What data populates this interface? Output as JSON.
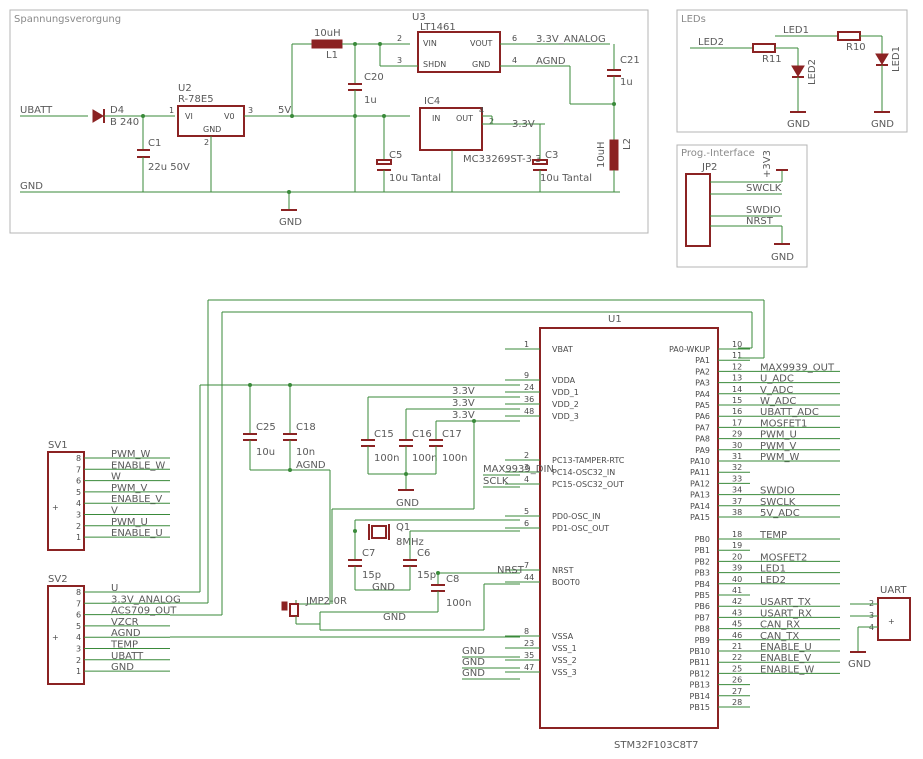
{
  "sections": {
    "power": "Spannungsverorgung",
    "leds": "LEDs",
    "prog": "Prog.-Interface"
  },
  "power_parts": {
    "u2_name": "U2",
    "u2_value": "R-78E5",
    "u2_vi": "VI",
    "u2_vo": "V0",
    "u2_gnd": "GND",
    "u3_name": "U3",
    "u3_value": "LT1461",
    "u3_vin": "VIN",
    "u3_vout": "VOUT",
    "u3_shdn": "SHDN",
    "u3_gnd": "GND",
    "ic4_name": "IC4",
    "ic4_in": "IN",
    "ic4_out": "OUT",
    "ic4_value": "MC33269ST-3.3",
    "d4_name": "D4",
    "d4_value": "B 240",
    "c1_name": "C1",
    "c1_value": "22u 50V",
    "c20_name": "C20",
    "c20_value": "1u",
    "c21_name": "C21",
    "c21_value": "1u",
    "c5_name": "C5",
    "c5_value": "10u Tantal",
    "c3_name": "C3",
    "c3_value": "10u Tantal",
    "l1_name": "L1",
    "l1_value": "10uH",
    "l2_name": "L2",
    "l2_value": "10uH",
    "net_ubatt": "UBATT",
    "net_gnd": "GND",
    "net_5v": "5V",
    "net_33va": "3.3V_ANALOG",
    "net_agnd": "AGND",
    "net_33v": "3.3V",
    "gnd_sym": "GND"
  },
  "led_parts": {
    "led2_net": "LED2",
    "led1_net": "LED1",
    "r11": "R11",
    "r10": "R10",
    "led2_name": "LED2",
    "led1_name": "LED1",
    "gnd": "GND"
  },
  "prog_parts": {
    "jp2": "JP2",
    "p33": "+3V3",
    "swclk": "SWCLK",
    "swdio": "SWDIO",
    "nrst": "NRST",
    "gnd": "GND"
  },
  "mcu": {
    "name": "U1",
    "value": "STM32F103C8T7",
    "left_pins": [
      {
        "num": "1",
        "name": "VBAT"
      },
      {
        "num": "9",
        "name": "VDDA"
      },
      {
        "num": "24",
        "name": "VDD_1"
      },
      {
        "num": "36",
        "name": "VDD_2"
      },
      {
        "num": "48",
        "name": "VDD_3"
      },
      {
        "num": "2",
        "name": "PC13-TAMPER-RTC"
      },
      {
        "num": "3",
        "name": "PC14-OSC32_IN"
      },
      {
        "num": "4",
        "name": "PC15-OSC32_OUT"
      },
      {
        "num": "5",
        "name": "PD0-OSC_IN"
      },
      {
        "num": "6",
        "name": "PD1-OSC_OUT"
      },
      {
        "num": "7",
        "name": "NRST"
      },
      {
        "num": "44",
        "name": "BOOT0"
      },
      {
        "num": "8",
        "name": "VSSA"
      },
      {
        "num": "23",
        "name": "VSS_1"
      },
      {
        "num": "35",
        "name": "VSS_2"
      },
      {
        "num": "47",
        "name": "VSS_3"
      }
    ],
    "right_pins_a": [
      {
        "num": "10",
        "name": "PA0-WKUP",
        "net": ""
      },
      {
        "num": "11",
        "name": "PA1",
        "net": ""
      },
      {
        "num": "12",
        "name": "PA2",
        "net": "MAX9939_OUT"
      },
      {
        "num": "13",
        "name": "PA3",
        "net": "U_ADC"
      },
      {
        "num": "14",
        "name": "PA4",
        "net": "V_ADC"
      },
      {
        "num": "15",
        "name": "PA5",
        "net": "W_ADC"
      },
      {
        "num": "16",
        "name": "PA6",
        "net": "UBATT_ADC"
      },
      {
        "num": "17",
        "name": "PA7",
        "net": "MOSFET1"
      },
      {
        "num": "29",
        "name": "PA8",
        "net": "PWM_U"
      },
      {
        "num": "30",
        "name": "PA9",
        "net": "PWM_V"
      },
      {
        "num": "31",
        "name": "PA10",
        "net": "PWM_W"
      },
      {
        "num": "32",
        "name": "PA11",
        "net": ""
      },
      {
        "num": "33",
        "name": "PA12",
        "net": ""
      },
      {
        "num": "34",
        "name": "PA13",
        "net": "SWDIO"
      },
      {
        "num": "37",
        "name": "PA14",
        "net": "SWCLK"
      },
      {
        "num": "38",
        "name": "PA15",
        "net": "5V_ADC"
      }
    ],
    "right_pins_b": [
      {
        "num": "18",
        "name": "PB0",
        "net": "TEMP"
      },
      {
        "num": "19",
        "name": "PB1",
        "net": ""
      },
      {
        "num": "20",
        "name": "PB2",
        "net": "MOSFET2"
      },
      {
        "num": "39",
        "name": "PB3",
        "net": "LED1"
      },
      {
        "num": "40",
        "name": "PB4",
        "net": "LED2"
      },
      {
        "num": "41",
        "name": "PB5",
        "net": ""
      },
      {
        "num": "42",
        "name": "PB6",
        "net": "USART_TX"
      },
      {
        "num": "43",
        "name": "PB7",
        "net": "USART_RX"
      },
      {
        "num": "45",
        "name": "PB8",
        "net": "CAN_RX"
      },
      {
        "num": "46",
        "name": "PB9",
        "net": "CAN_TX"
      },
      {
        "num": "21",
        "name": "PB10",
        "net": "ENABLE_U"
      },
      {
        "num": "22",
        "name": "PB11",
        "net": "ENABLE_V"
      },
      {
        "num": "25",
        "name": "PB12",
        "net": "ENABLE_W"
      },
      {
        "num": "26",
        "name": "PB13",
        "net": ""
      },
      {
        "num": "27",
        "name": "PB14",
        "net": ""
      },
      {
        "num": "28",
        "name": "PB15",
        "net": ""
      }
    ],
    "vdd_nets": [
      "3.3V",
      "3.3V",
      "3.3V"
    ],
    "pc14_net": "MAX9939_DIN",
    "pc15_net": "SCLK",
    "vss_nets": [
      "GND",
      "GND",
      "GND"
    ]
  },
  "mcu_caps": {
    "c25": "C25",
    "c25v": "10u",
    "c18": "C18",
    "c18v": "10n",
    "agnd": "AGND",
    "c15": "C15",
    "c15v": "100n",
    "c16": "C16",
    "c16v": "100n",
    "c17": "C17",
    "c17v": "100n",
    "gnd": "GND",
    "q1": "Q1",
    "q1v": "8MHz",
    "c7": "C7",
    "c7v": "15p",
    "c6": "C6",
    "c6v": "15p",
    "c8": "C8",
    "c8v": "100n",
    "jmp": "JMP2-0R",
    "gnd2": "GND",
    "gnd3": "GND",
    "nrst": "NRST"
  },
  "sv1": {
    "name": "SV1",
    "pins": [
      {
        "num": "8",
        "net": "PWM_W"
      },
      {
        "num": "7",
        "net": "ENABLE_W"
      },
      {
        "num": "6",
        "net": "W"
      },
      {
        "num": "5",
        "net": "PWM_V"
      },
      {
        "num": "4",
        "net": "ENABLE_V"
      },
      {
        "num": "3",
        "net": "V"
      },
      {
        "num": "2",
        "net": "PWM_U"
      },
      {
        "num": "1",
        "net": "ENABLE_U"
      }
    ]
  },
  "sv2": {
    "name": "SV2",
    "pins": [
      {
        "num": "8",
        "net": "U"
      },
      {
        "num": "7",
        "net": "3.3V_ANALOG"
      },
      {
        "num": "6",
        "net": "ACS709_OUT"
      },
      {
        "num": "5",
        "net": "VZCR"
      },
      {
        "num": "4",
        "net": "AGND"
      },
      {
        "num": "3",
        "net": "TEMP"
      },
      {
        "num": "2",
        "net": "UBATT"
      },
      {
        "num": "1",
        "net": "GND"
      }
    ]
  },
  "uart": {
    "name": "UART",
    "pins": [
      "2",
      "3",
      "4"
    ],
    "gnd": "GND"
  }
}
